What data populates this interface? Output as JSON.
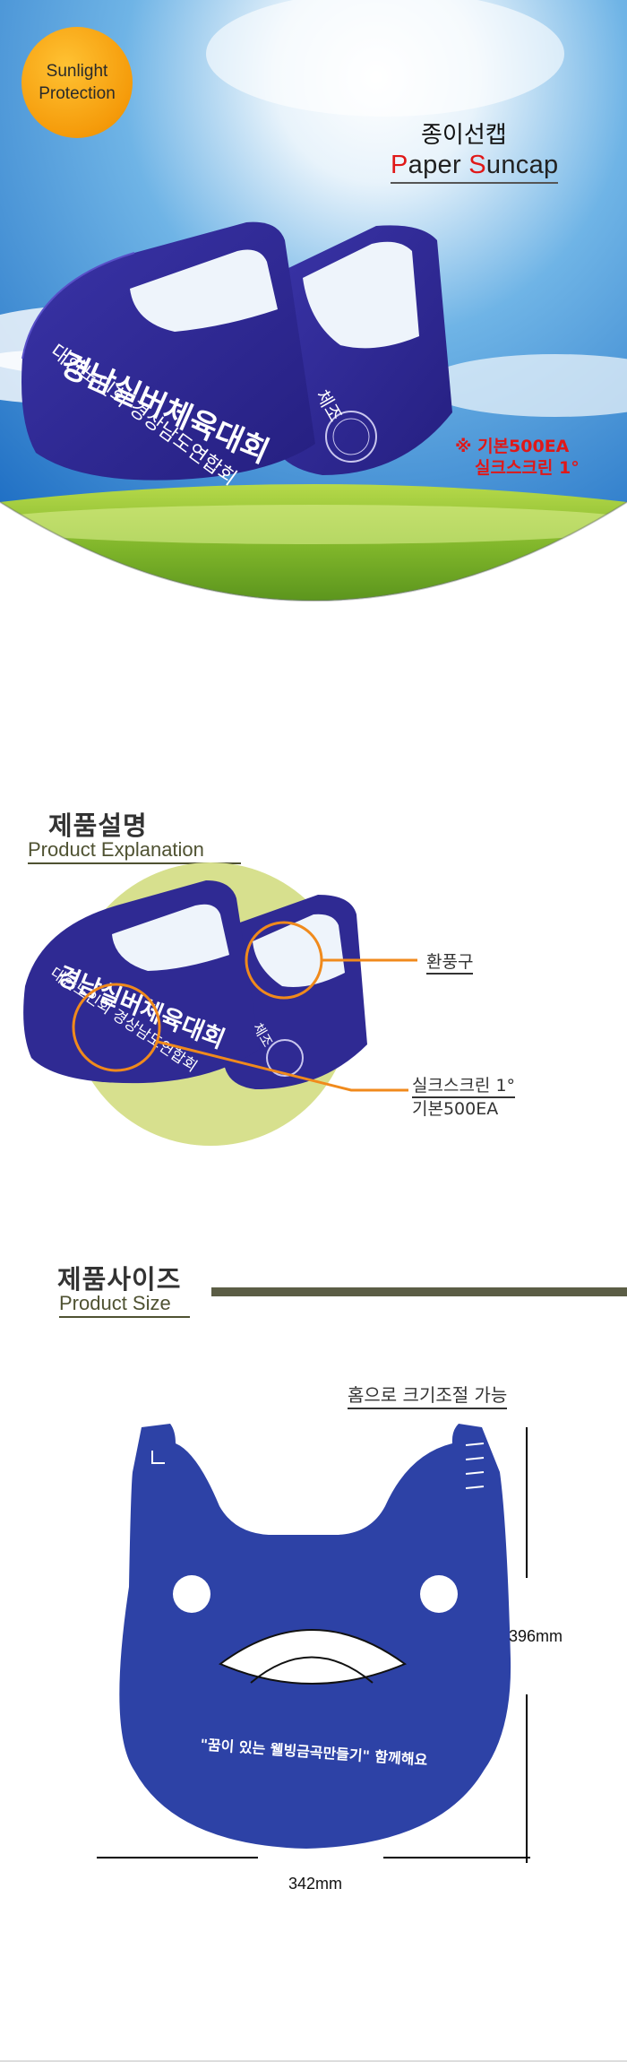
{
  "hero": {
    "badge_line1": "Sunlight",
    "badge_line2": "Protection",
    "title_ko": "종이선캡",
    "title_en_p": "P",
    "title_en_aper": "aper ",
    "title_en_s": "S",
    "title_en_uncap": "uncap",
    "cap_main_text": "경남실버체육대회",
    "cap_sub_text": "대한노인회 경상남도연합회",
    "cap_side_text": "체조",
    "spec_line1": "※ 기본500EA",
    "spec_line2": "실크스크린 1°",
    "colors": {
      "cap": "#2f2a93",
      "badge": "#f7a21b",
      "accent_red": "#e01818"
    }
  },
  "explanation": {
    "title_ko": "제품설명",
    "title_en": "Product Explanation",
    "callout_vent": "환풍구",
    "callout_print_line1": "실크스크린 1°",
    "callout_print_line2": "기본500EA",
    "cap_main_text": "경남실버체육대회",
    "cap_sub_text": "대한노인회 경상남도연합회",
    "cap_side_text": "체조",
    "colors": {
      "circle": "#d7e08e",
      "callout": "#f08a1c"
    }
  },
  "size": {
    "title_ko": "제품사이즈",
    "title_en": "Product Size",
    "adjust_note": "홈으로 크기조절 가능",
    "slogan": "\"꿈이 있는 웰빙금곡만들기\" 함께해요",
    "height": "396mm",
    "width": "342mm",
    "colors": {
      "template": "#2d42a6",
      "bar": "#5b5d45"
    }
  }
}
